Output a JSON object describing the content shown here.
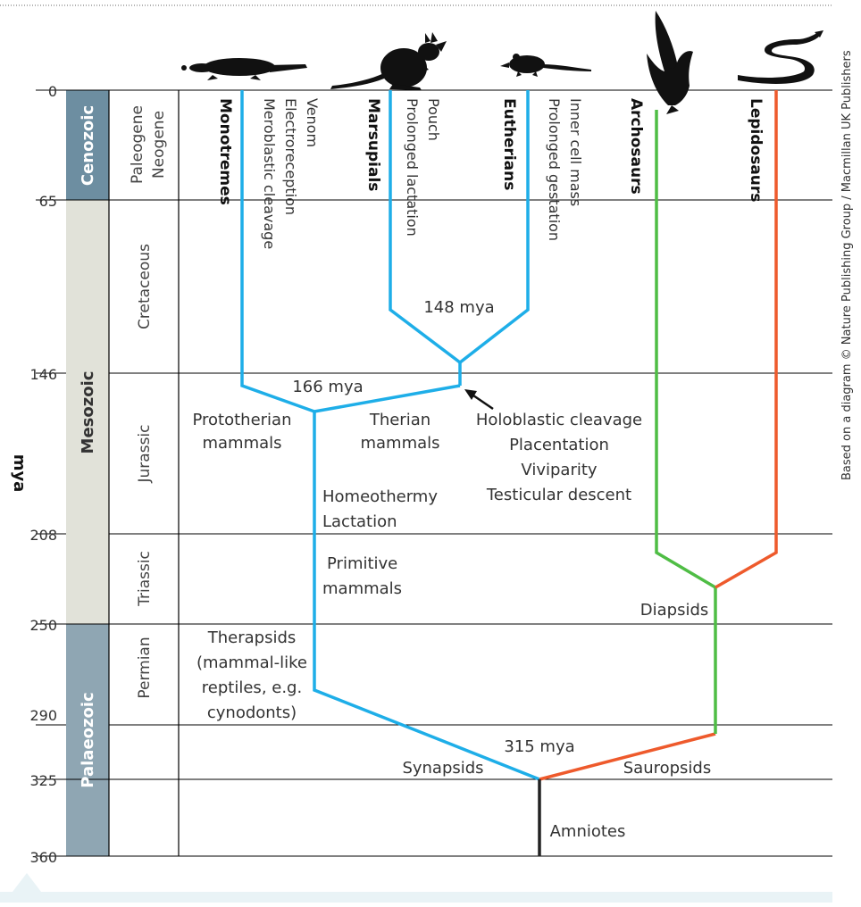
{
  "axis": {
    "label": "mya",
    "ticks": [
      "0",
      "65",
      "146",
      "208",
      "250",
      "290",
      "325",
      "360"
    ]
  },
  "eras": {
    "cenozoic": "Cenozoic",
    "mesozoic": "Mesozoic",
    "palaeozoic": "Palaeozoic"
  },
  "periods": {
    "paleogene": "Paleogene",
    "neogene": "Neogene",
    "cretaceous": "Cretaceous",
    "jurassic": "Jurassic",
    "triassic": "Triassic",
    "permian": "Permian"
  },
  "taxa": {
    "monotremes": "Monotremes",
    "marsupials": "Marsupials",
    "eutherians": "Eutherians",
    "archosaurs": "Archosaurs",
    "lepidosaurs": "Lepidosaurs"
  },
  "traits": {
    "monotremes": [
      "Venom",
      "Electroreception",
      "Meroblastic cleavage"
    ],
    "marsupials": [
      "Pouch",
      "Prolonged lactation"
    ],
    "eutherians": [
      "Inner cell mass",
      "Prolonged gestation"
    ]
  },
  "labels": {
    "split148": "148 mya",
    "split166": "166 mya",
    "split315": "315 mya",
    "prototherian": [
      "Prototherian",
      "mammals"
    ],
    "therian": [
      "Therian",
      "mammals"
    ],
    "holoblastic": [
      "Holoblastic cleavage",
      "Placentation",
      "Viviparity",
      "Testicular descent"
    ],
    "homeothermy": [
      "Homeothermy",
      "Lactation"
    ],
    "primitive": [
      "Primitive",
      "mammals"
    ],
    "therapsids": [
      "Therapsids",
      "(mammal-like",
      "reptiles, e.g.",
      "cynodonts)"
    ],
    "diapsids": "Diapsids",
    "synapsids": "Synapsids",
    "sauropsids": "Sauropsids",
    "amniotes": "Amniotes"
  },
  "credit": "Based on a diagram © Nature Publishing Group / Macmillan UK Publishers",
  "colors": {
    "mammal": "#1eaee8",
    "sauropsid": "#ee5a2c",
    "archosaur": "#4fbd45",
    "stem": "#222222",
    "cenozoic": "#6d8ea1",
    "mesozoic": "#e1e2d9",
    "palaeozoic": "#8fa6b3",
    "footer": "#e9f3f6"
  },
  "icons": [
    "platypus-icon",
    "kangaroo-icon",
    "shrew-icon",
    "bird-icon",
    "snake-icon"
  ]
}
